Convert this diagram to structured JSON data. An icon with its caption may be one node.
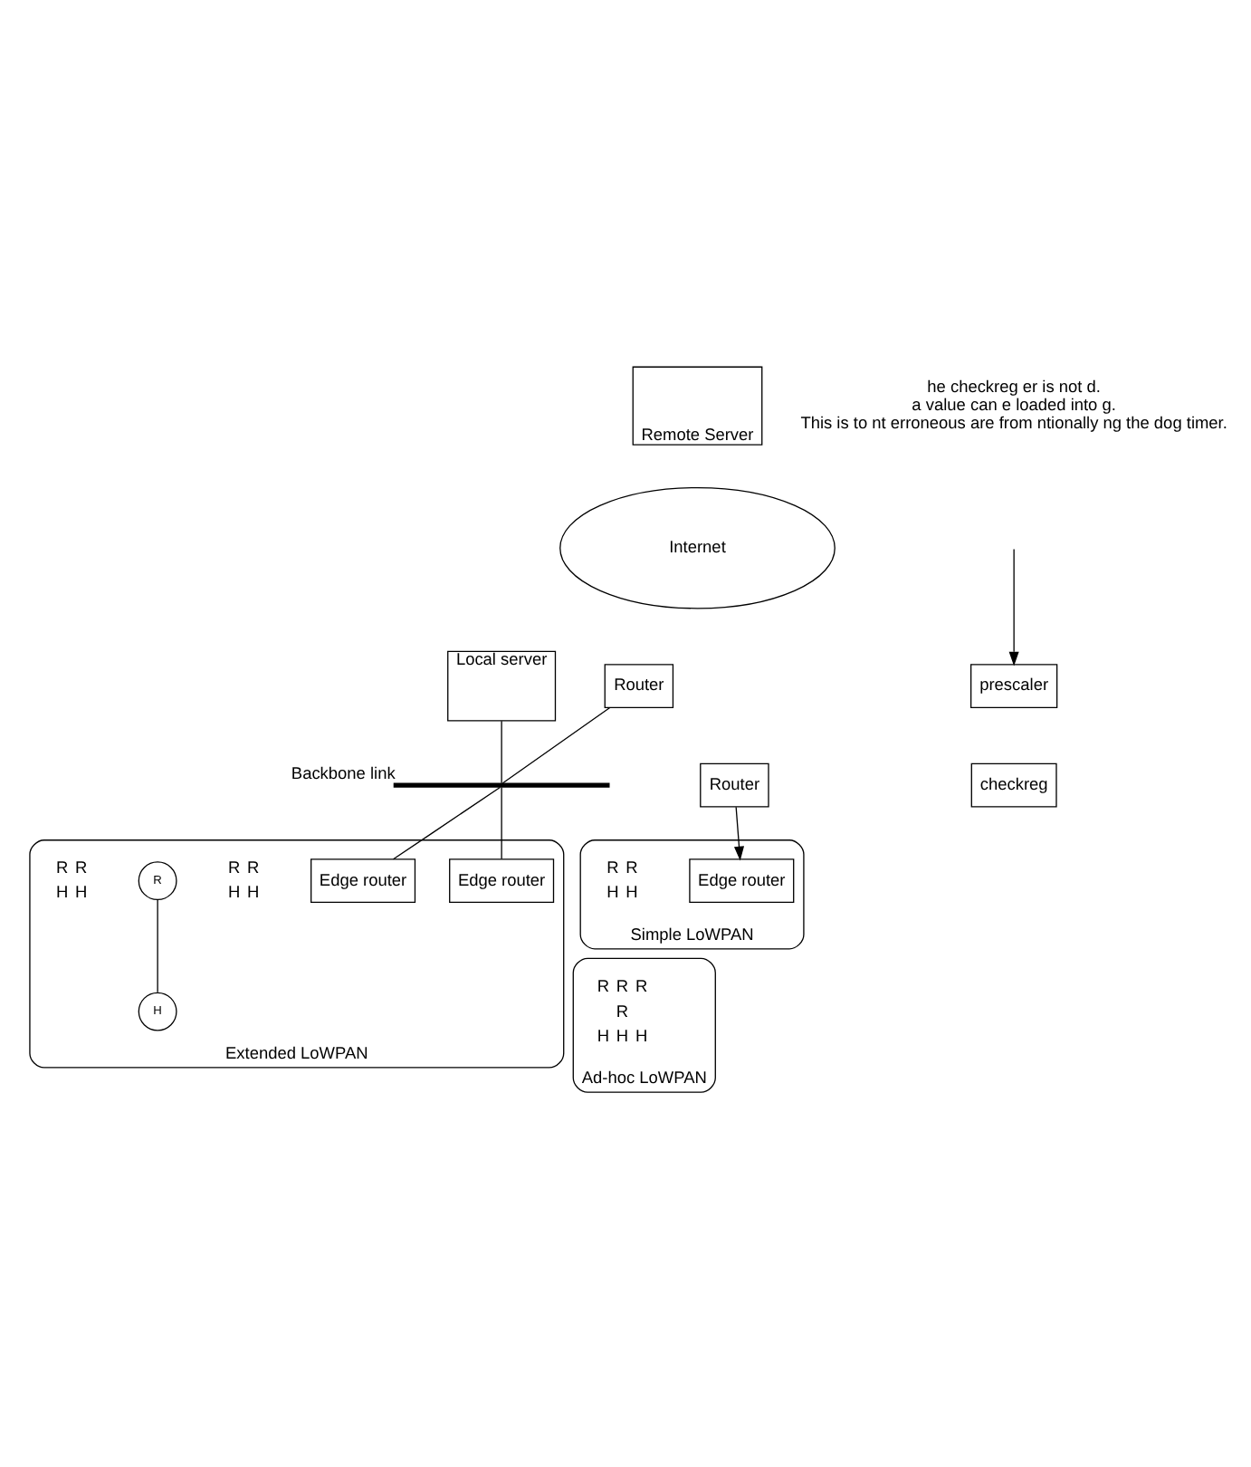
{
  "diagram": {
    "nodes": [
      {
        "text": [
          "Internet"
        ]
      },
      {
        "text": [
          "Remote Server"
        ]
      },
      {
        "text": [
          "Router"
        ]
      },
      {
        "text": [
          "Router"
        ]
      },
      {
        "text": [
          "Local server"
        ]
      },
      {
        "text": [
          "Backbone link"
        ]
      },
      {
        "text": [
          "Simple LoWPAN"
        ]
      },
      {
        "text": [
          "Edge router"
        ],
        "in": 6
      },
      {
        "text": [
          "Extended LoWPAN"
        ]
      },
      {
        "text": [
          "Edge router"
        ],
        "in": 8
      },
      {
        "text": [
          "Edge router"
        ],
        "in": 8
      },
      {
        "text": [
          "R"
        ],
        "in": 8
      },
      {
        "text": [
          "H"
        ],
        "in": 8
      },
      {
        "text": [
          "Ad-hoc LoWPAN"
        ]
      },
      {
        "text": [
          "prescaler"
        ]
      },
      {
        "text": [
          "checkreg"
        ]
      }
    ],
    "edges": [
      {
        "from": 2,
        "to": 7,
        "arrow": "to"
      },
      {
        "from": 3,
        "to": 5,
        "arrow": "none"
      },
      {
        "from": 4,
        "to": 5,
        "arrow": "none"
      },
      {
        "from": 5,
        "to": 9,
        "arrow": "none"
      },
      {
        "from": 5,
        "to": 10,
        "arrow": "none"
      },
      {
        "from": 11,
        "to": 12,
        "arrow": "none"
      },
      {
        "from": null,
        "to": 14,
        "arrow": "to"
      }
    ],
    "labels": [
      "he checkreg er is not d. a value can e loaded into g. This is to nt erroneous are from ntionally ng the dog timer.",
      "R",
      "R",
      "H",
      "H",
      "R",
      "R",
      "H",
      "H",
      "R",
      "R",
      "H",
      "H",
      "R",
      "R",
      "R",
      "R",
      "H",
      "H",
      "H"
    ]
  }
}
